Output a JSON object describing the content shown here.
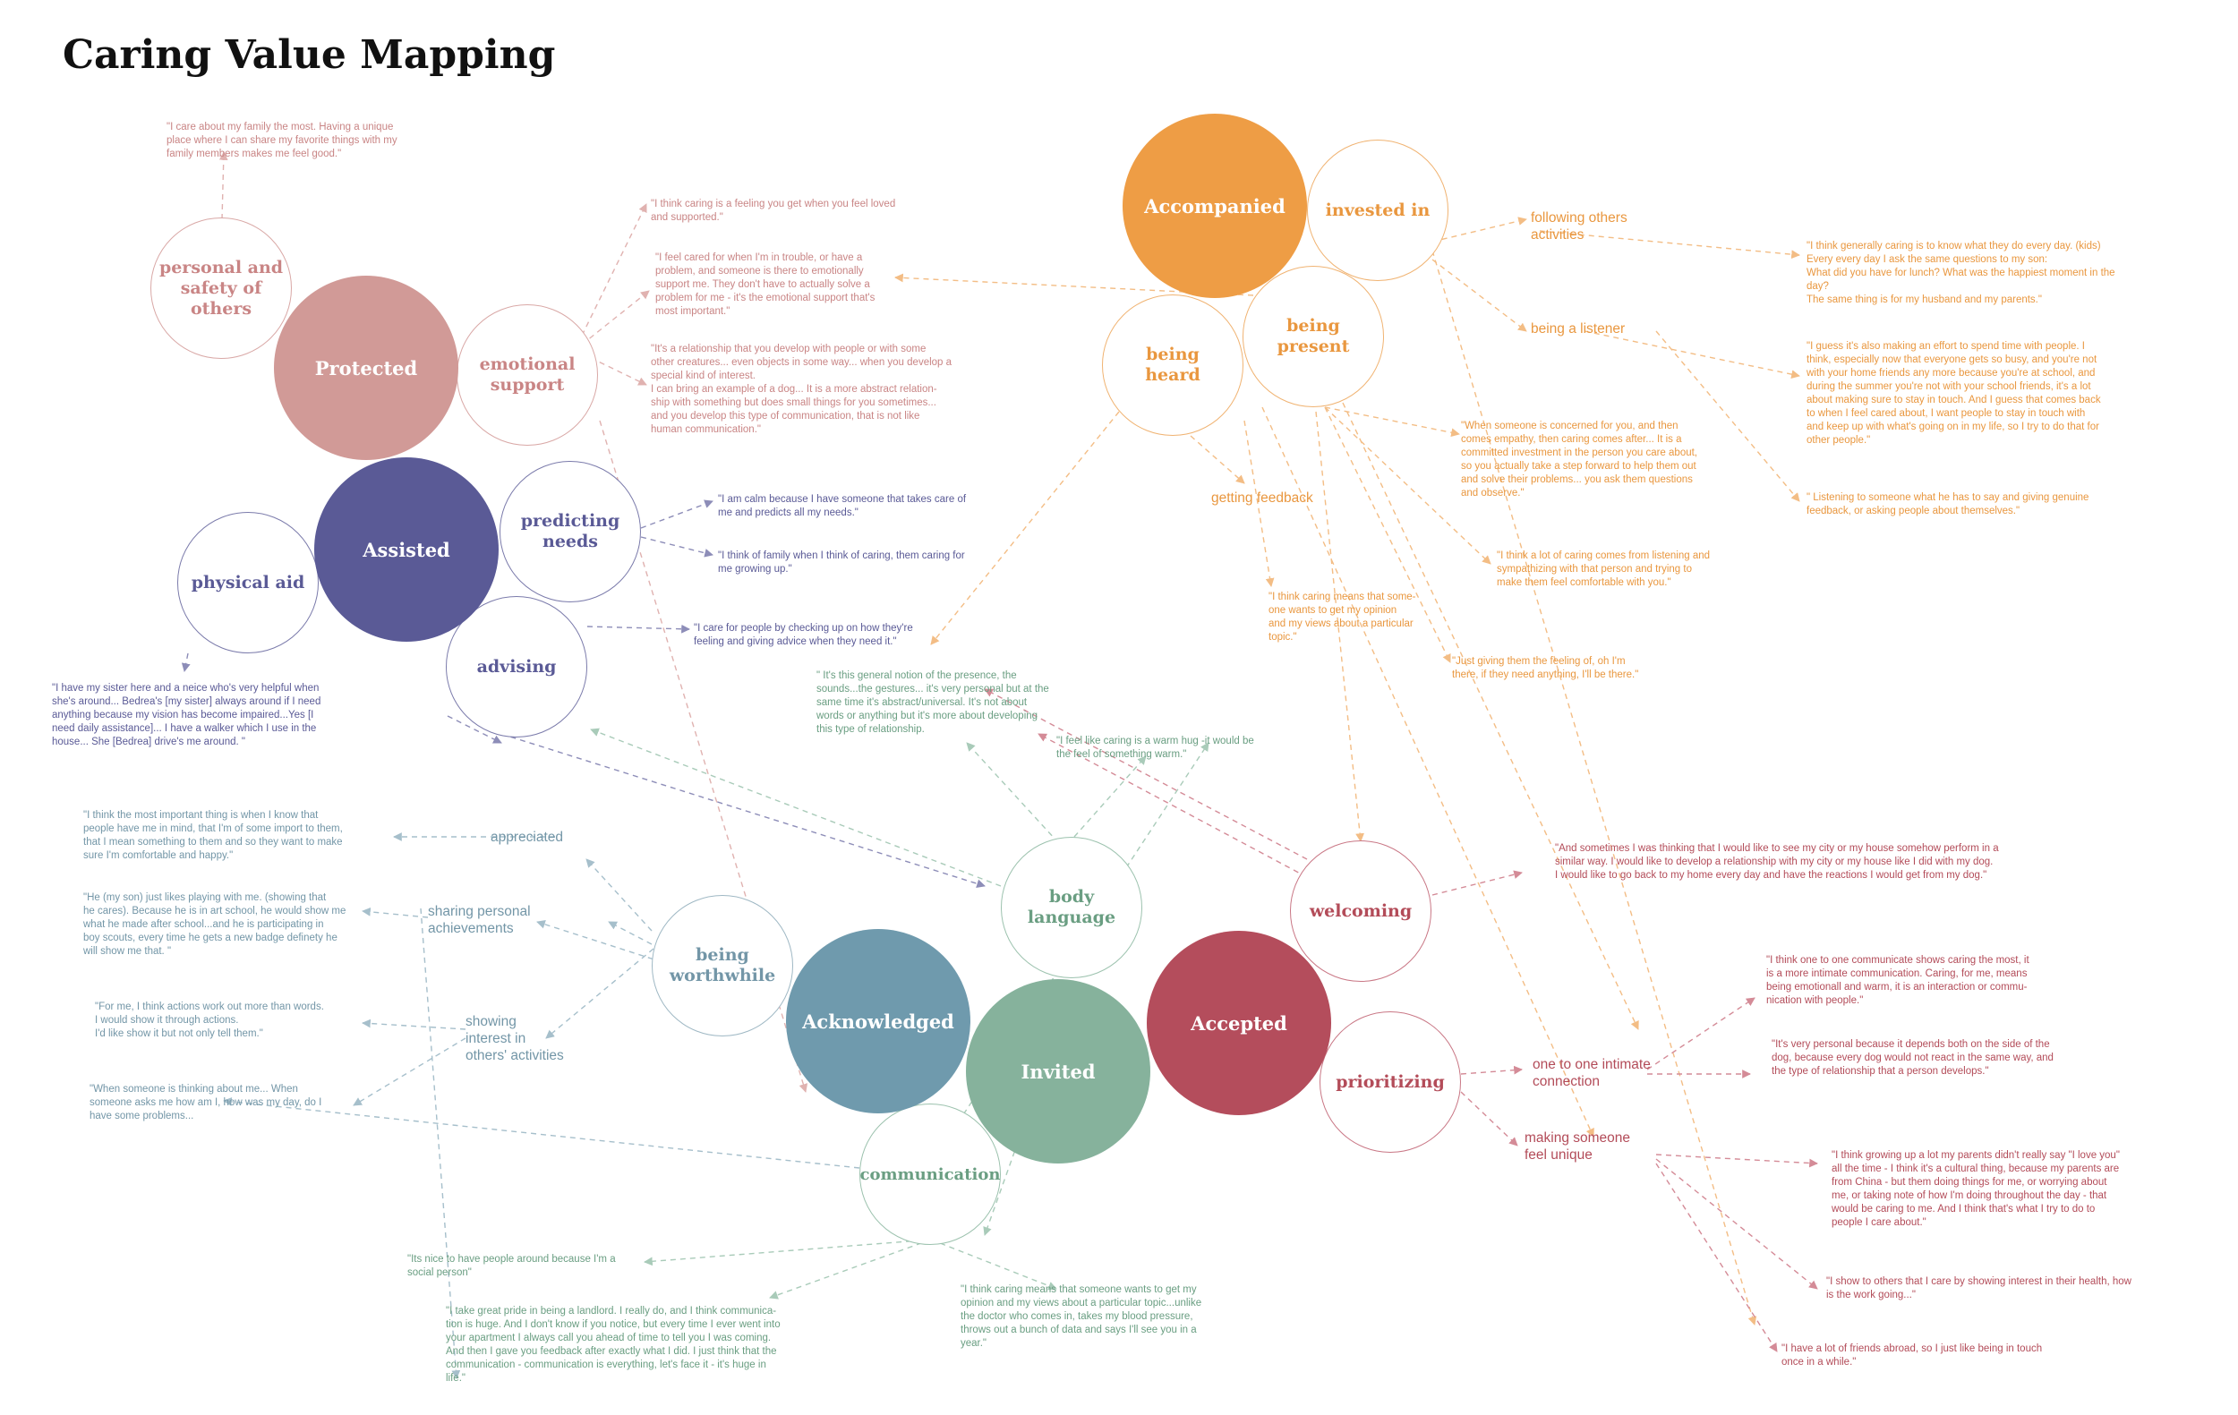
{
  "title": "Caring Value Mapping",
  "colors": {
    "protected": "#d19a97",
    "assisted": "#5a5a96",
    "accompanied": "#ee9d45",
    "acknowledged": "#6f9aad",
    "invited": "#86b29c",
    "accepted": "#b44d5c"
  },
  "core": {
    "protected": "Protected",
    "assisted": "Assisted",
    "accompanied": "Accompanied",
    "acknowledged": "Acknowledged",
    "invited": "Invited",
    "accepted": "Accepted"
  },
  "sub": {
    "personal_safety": "personal and\nsafety of\nothers",
    "emotional_support": "emotional\nsupport",
    "physical_aid": "physical aid",
    "predicting_needs": "predicting\nneeds",
    "advising": "advising",
    "invested_in": "invested in",
    "being_present": "being\npresent",
    "being_heard": "being\nheard",
    "being_worthwhile": "being\nworthwhile",
    "body_language": "body\nlanguage",
    "communication": "communication",
    "welcoming": "welcoming",
    "prioritizing": "prioritizing"
  },
  "labels": {
    "following": "following others\nactivities",
    "listener": "being a listener",
    "getting_feedback": "getting feedback",
    "appreciated": "appreciated",
    "sharing": "sharing personal\nachievements",
    "showing_interest": "showing\ninterest in\nothers' activities",
    "one_to_one": "one to one intimate\nconnection",
    "making_unique": "making someone\nfeel unique"
  },
  "quotes": {
    "q_family_place": "\"I care about my family the most. Having a unique\nplace where I can share my favorite things with my\nfamily members makes me feel good.\"",
    "q_feeling_loved": "\"I think caring is a feeling you get when you feel loved\nand supported.\"",
    "q_cared_trouble": "\"I feel cared for when I'm in trouble, or have a\nproblem, and someone is there to emotionally\nsupport me. They don't have to actually solve a\nproblem for me - it's the emotional support that's\nmost important.\"",
    "q_relationship_creatures": "\"It's a relationship that you develop with people or with some\nother creatures... even objects in some way... when you develop a\nspecial kind of interest.\nI can bring an example of a dog... It is a more abstract relation-\nship with something but does small things for you sometimes...\nand you develop this type of communication, that is not like\nhuman communication.\"",
    "q_calm": "\"I am calm because I have someone that takes care of\nme and predicts all my needs.\"",
    "q_family_growing": "\"I think of family when I think of caring, them caring for\nme growing up.\"",
    "q_checking_up": "\"I care for people by checking up on how they're\nfeeling and giving advice when they need it.\"",
    "q_sister": "\"I have my sister here and a neice who's very helpful when\nshe's around... Bedrea's [my sister] always around if I need\nanything because my vision has become impaired...Yes [I\nneed daily assistance]... I have a walker which I use in the\nhouse... She [Bedrea] drive's me around. \"",
    "q_know_every_day": "\"I think generally caring is to know what they do every day. (kids)\nEvery every day I ask the same questions to my son:\nWhat did you have for lunch? What was the happiest moment in the\nday?\nThe same thing is for my husband and my parents.\"",
    "q_effort_time": "\"I guess it's also making an effort to spend time with people. I\nthink, especially now that everyone gets so busy, and you're not\nwith your home friends any more because you're at school, and\nduring the summer you're not with your school friends, it's a lot\nabout making sure to stay in touch. And I guess that comes back\nto when I feel cared about, I want people to stay in touch with\nand keep up with what's going on in my life, so I try to do that for\nother people.\"",
    "q_listening_feedback": "\" Listening to someone what he has to say and giving genuine\nfeedback, or asking people about themselves.\"",
    "q_empathy": "\"When someone is concerned for you, and then\ncomes empathy, then caring comes after... It is a\ncommitted investment in the person you care about,\nso you actually take a step forward to help them out\nand solve their problems... you ask them questions\nand observe.\"",
    "q_sympathizing": "\"I think a lot of caring comes from listening and\nsympathizing with that person and trying to\nmake them feel comfortable with you.\"",
    "q_opinion_topic": "\"I think caring means that some-\none wants to get my opinion\nand my views about a particular\ntopic.\"",
    "q_feeling_there": "\"Just giving them the feeling of, oh I'm\nthere, if they need anything, I'll be there.\"",
    "q_presence": "\" It's this general notion of the presence, the\nsounds...the gestures... it's very personal but at the\nsame time it's abstract/universal. It's not about\nwords or anything but it's more about developing\nthis type of relationship.",
    "q_warm_hug": "\"I feel like caring is a warm hug -it would be\nthe feel of something warm.\"",
    "q_important_thing": "\"I think the most important thing is when I know that\npeople have me in mind, that I'm of some import to them,\nthat I mean something to them and so they want to make\nsure I'm comfortable and happy.\"",
    "q_son_art": "\"He (my son) just likes playing with me. (showing that\nhe cares). Because he is in art school, he would show me\nwhat he made after school...and he is participating in\nboy scouts, every time he gets a new badge definety he\nwill show me that. \"",
    "q_actions": "\"For me, I think actions work out more than words.\nI would show it through actions.\nI'd like show it but not only tell them.\"",
    "q_thinking_about": "\"When someone is thinking about me... When\nsomeone asks me how am I, how was my day, do I\nhave some problems...",
    "q_my_city": "\"And sometimes I was thinking that I would like to see my city or my house somehow perform in a\nsimilar way. I would like to develop a relationship with my city or my house like I did with my dog.\nI would like to go back to my home every day and have the reactions I would get from my dog.\"",
    "q_one_to_one": "\"I think one to one communicate shows caring the most, it\nis a more intimate communication. Caring, for me, means\nbeing emotionall and warm, it is an interaction or commu-\nnication with people.\"",
    "q_dog_personal": "\"It's very personal because it depends both on the side of the\ndog, because every dog would not react in the same way, and\nthe type of  relationship that a person develops.\"",
    "q_china": "\"I think growing up a lot my parents didn't really say \"I love you\"\nall the time - I think it's a cultural thing, because my parents are\nfrom China - but them doing things for me, or worrying about\nme, or taking note of how I'm doing throughout the day - that\nwould be caring to me. And I think that's what I try to do to\npeople I care about.\"",
    "q_health": "\"I show to others that I care by showing interest in their health, how\nis the work going...\"",
    "q_friends_abroad": "\"I have a lot of friends abroad, so I just like being in touch\nonce in a while.\"",
    "q_social_person": "\"Its nice to have people around because I'm a\nsocial person\"",
    "q_landlord": "\"I take great pride in being a landlord. I really do, and I think communica-\ntion is huge. And I don't know if you notice, but every time I ever went into\nyour apartment I always call you ahead of time to tell you I was coming.\nAnd then I gave you feedback after exactly what I did. I just think that the\ncommunication - communication is everything, let's face it - it's huge in\nlife.\"",
    "q_doctor": "\"I think caring means that someone wants to get my\nopinion and my views about a particular topic...unlike\nthe doctor who comes in, takes my blood pressure,\nthrows out a bunch of data and says I'll see you in a\nyear.\""
  }
}
